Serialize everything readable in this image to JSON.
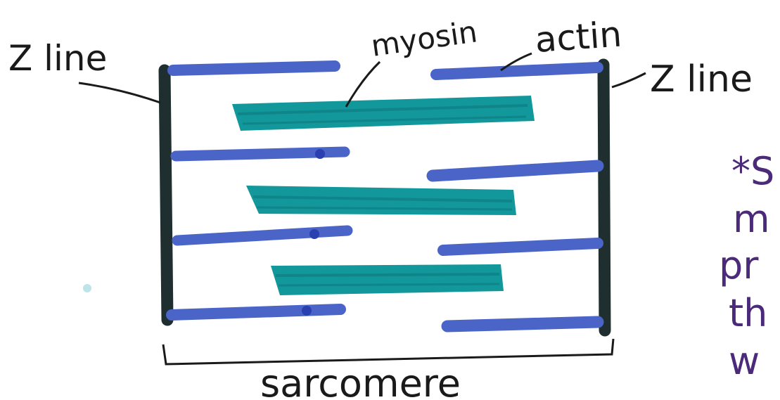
{
  "labels": {
    "z_line_left": "Z line",
    "z_line_right": "Z line",
    "myosin": "myosin",
    "actin": "actin",
    "sarcomere": "sarcomere"
  },
  "side_note": {
    "lines": [
      "*S",
      "m",
      "pr",
      "th",
      "w"
    ]
  },
  "colors": {
    "actin": "#4a64c8",
    "actin_dark_spot": "#2a3fb0",
    "myosin": "#12979b",
    "z_line": "#1f2e2e",
    "ink": "#1a1a1a",
    "note_ink": "#4b2a7a"
  }
}
